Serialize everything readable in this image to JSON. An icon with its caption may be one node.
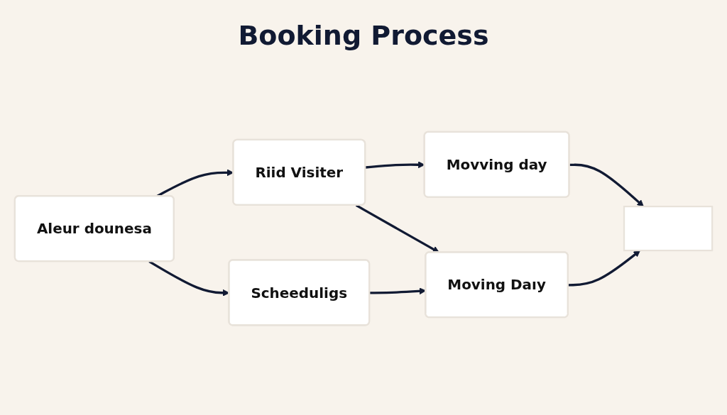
{
  "diagram": {
    "title": "Booking Process",
    "nodes": [
      {
        "text": [
          "Aleur dounesa"
        ]
      },
      {
        "text": [
          "Riid Visiter"
        ]
      },
      {
        "text": [
          "Movving day"
        ]
      },
      {
        "text": [
          "Scheeduligs"
        ]
      },
      {
        "text": [
          "Moving Daıy"
        ]
      },
      {
        "text": [],
        "shape": "box"
      }
    ],
    "edges": [
      {
        "from": 0,
        "to": 1,
        "arrow": "to"
      },
      {
        "from": 1,
        "to": 2,
        "arrow": "to"
      },
      {
        "from": 0,
        "to": 3,
        "arrow": "to"
      },
      {
        "from": 1,
        "to": 4,
        "arrow": "to"
      },
      {
        "from": 2,
        "to": 5,
        "arrow": "to"
      },
      {
        "from": 3,
        "to": 4,
        "arrow": "to"
      },
      {
        "from": 4,
        "to": 5,
        "arrow": "to"
      }
    ]
  }
}
